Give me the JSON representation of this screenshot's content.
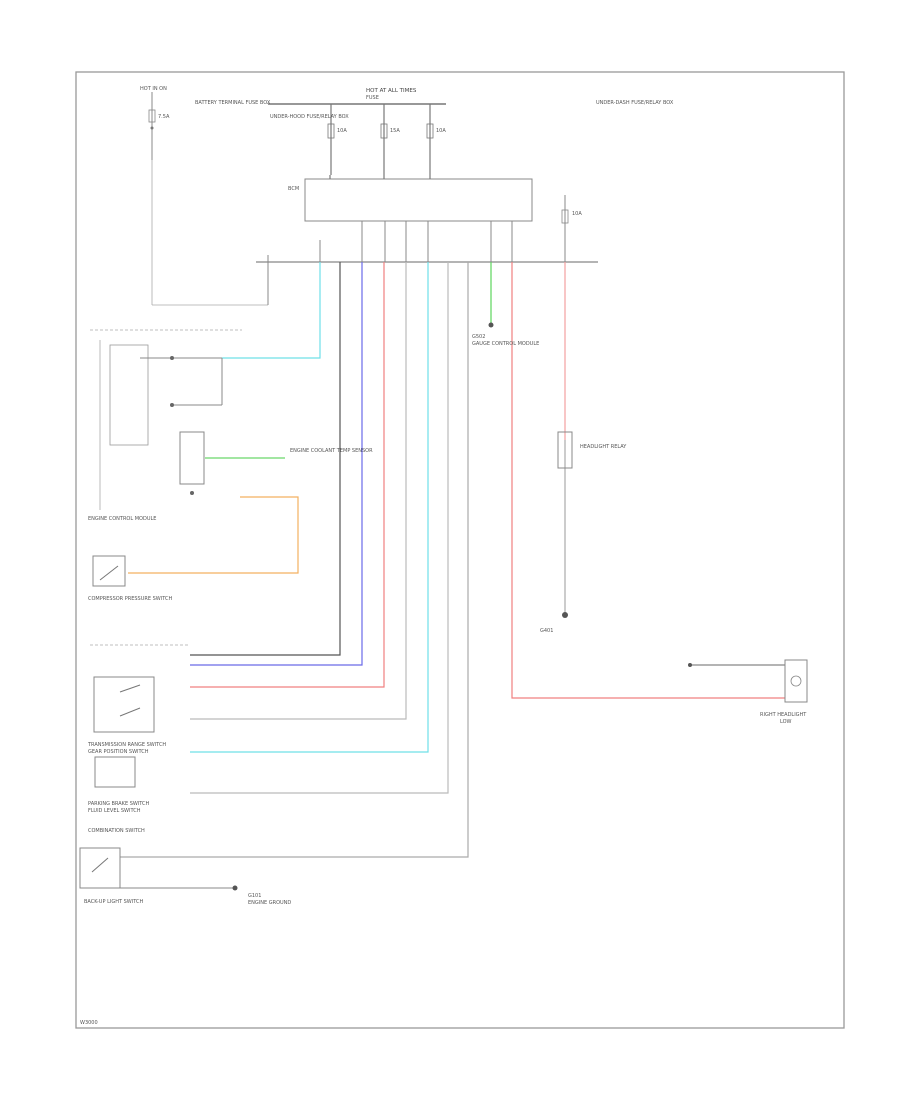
{
  "diagram": {
    "top_fuse_label": "HOT AT ALL TIMES",
    "top_fuse_sub": "FUSE",
    "fuse_1": "10A",
    "fuse_2": "15A",
    "fuse_3": "10A",
    "under_hood_label": "UNDER-HOOD FUSE/RELAY BOX",
    "left_fuse_label": "HOT IN ON",
    "left_fuse_value": "7.5A",
    "battery_label": "BATTERY TERMINAL FUSE BOX",
    "right_block_label": "UNDER-DASH FUSE/RELAY BOX",
    "right_fuse": "10A",
    "connector_box_label": "BCM",
    "engine_box_label": "ENGINE CONTROL MODULE",
    "ground_1": "G401",
    "ground_2": "G502",
    "pressure_switch_label": "COMPRESSOR PRESSURE SWITCH",
    "sensor_label": "ENGINE COOLANT TEMP SENSOR",
    "transmission_label": "TRANSMISSION RANGE SWITCH",
    "transmission_sub": "GEAR POSITION SWITCH",
    "headlight_label": "RIGHT HEADLIGHT",
    "headlight_sub": "LOW",
    "headlight_lights_label": "HEADLIGHT RELAY",
    "lower_block_label": "COMBINATION SWITCH",
    "cluster_label": "GAUGE CONTROL MODULE",
    "parking_label": "PARKING BRAKE SWITCH",
    "parking_sub": "FLUID LEVEL SWITCH",
    "backup_label": "BACK-UP LIGHT SWITCH",
    "bottom_ground": "G101",
    "bottom_ground_sub": "ENGINE GROUND",
    "footer_code": "W3000"
  }
}
